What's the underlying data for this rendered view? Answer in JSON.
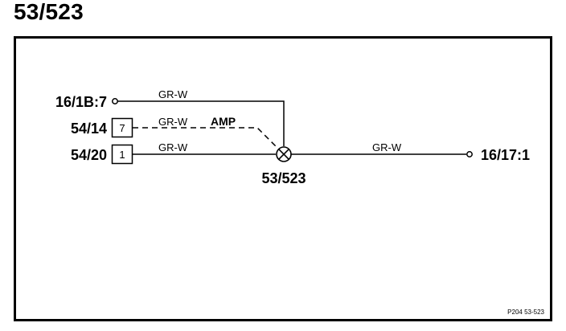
{
  "title": "53/523",
  "frame_color": "#000000",
  "wire_color": "#000000",
  "terminals": {
    "top_left": "16/1B:7",
    "middle_left": "54/14",
    "bottom_left": "54/20",
    "right": "16/17:1"
  },
  "connector_pins": {
    "middle": "7",
    "bottom": "1"
  },
  "wire_labels": {
    "top": "GR-W",
    "middle": "GR-W",
    "bottom": "GR-W",
    "right": "GR-W"
  },
  "amp_label": "AMP",
  "splice": {
    "label": "53/523",
    "icon": "splice-crossed-circle-icon"
  },
  "reference_code": "P204  53-523"
}
